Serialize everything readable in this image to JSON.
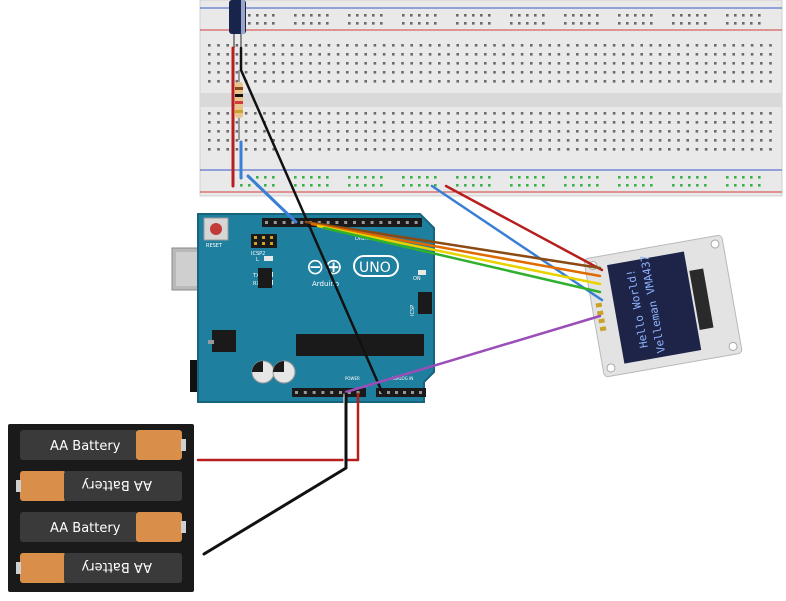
{
  "colors": {
    "breadboard": "#e9e9e9",
    "rail_blue": "#3b56c8",
    "rail_red": "#d33a3a",
    "arduino": "#1f7f9e",
    "arduino_dark": "#16647e",
    "header": "#222222",
    "oled_pcb": "#e3e3e3",
    "oled_screen": "#1d2448",
    "oled_text": "#8fb4ff",
    "battery_holder": "#1a1a1a",
    "battery_body": "#d98f4a",
    "battery_top": "#3a3a3a",
    "wire_red": "#b81e1e",
    "wire_black": "#111111",
    "wire_blue": "#3a7fd6",
    "wire_brown": "#8a4a14",
    "wire_orange": "#e06a00",
    "wire_yellow": "#e8d200",
    "wire_green": "#2fb02f",
    "wire_purple": "#9a4fb8",
    "led_green": "#3bb34a"
  },
  "arduino": {
    "logo_symbol": "⊖⊕",
    "logo_uno": "UNO",
    "brand": "Arduino",
    "reset_label": "RESET",
    "icsp2_label": "ICSP2",
    "icsp_label": "ICSP",
    "digital_label": "DIGITAL",
    "power_label": "POWER",
    "analog_label": "ANALOG IN",
    "on_label": "ON",
    "l_label": "L",
    "tx_label": "TX",
    "rx_label": "RX"
  },
  "oled": {
    "line1": "Hello World!",
    "line2": "Velleman VMA437"
  },
  "batteries": [
    {
      "label": "AA Battery",
      "flipped": false
    },
    {
      "label": "AA Battery",
      "flipped": true
    },
    {
      "label": "AA Battery",
      "flipped": false
    },
    {
      "label": "AA Battery",
      "flipped": true
    }
  ]
}
